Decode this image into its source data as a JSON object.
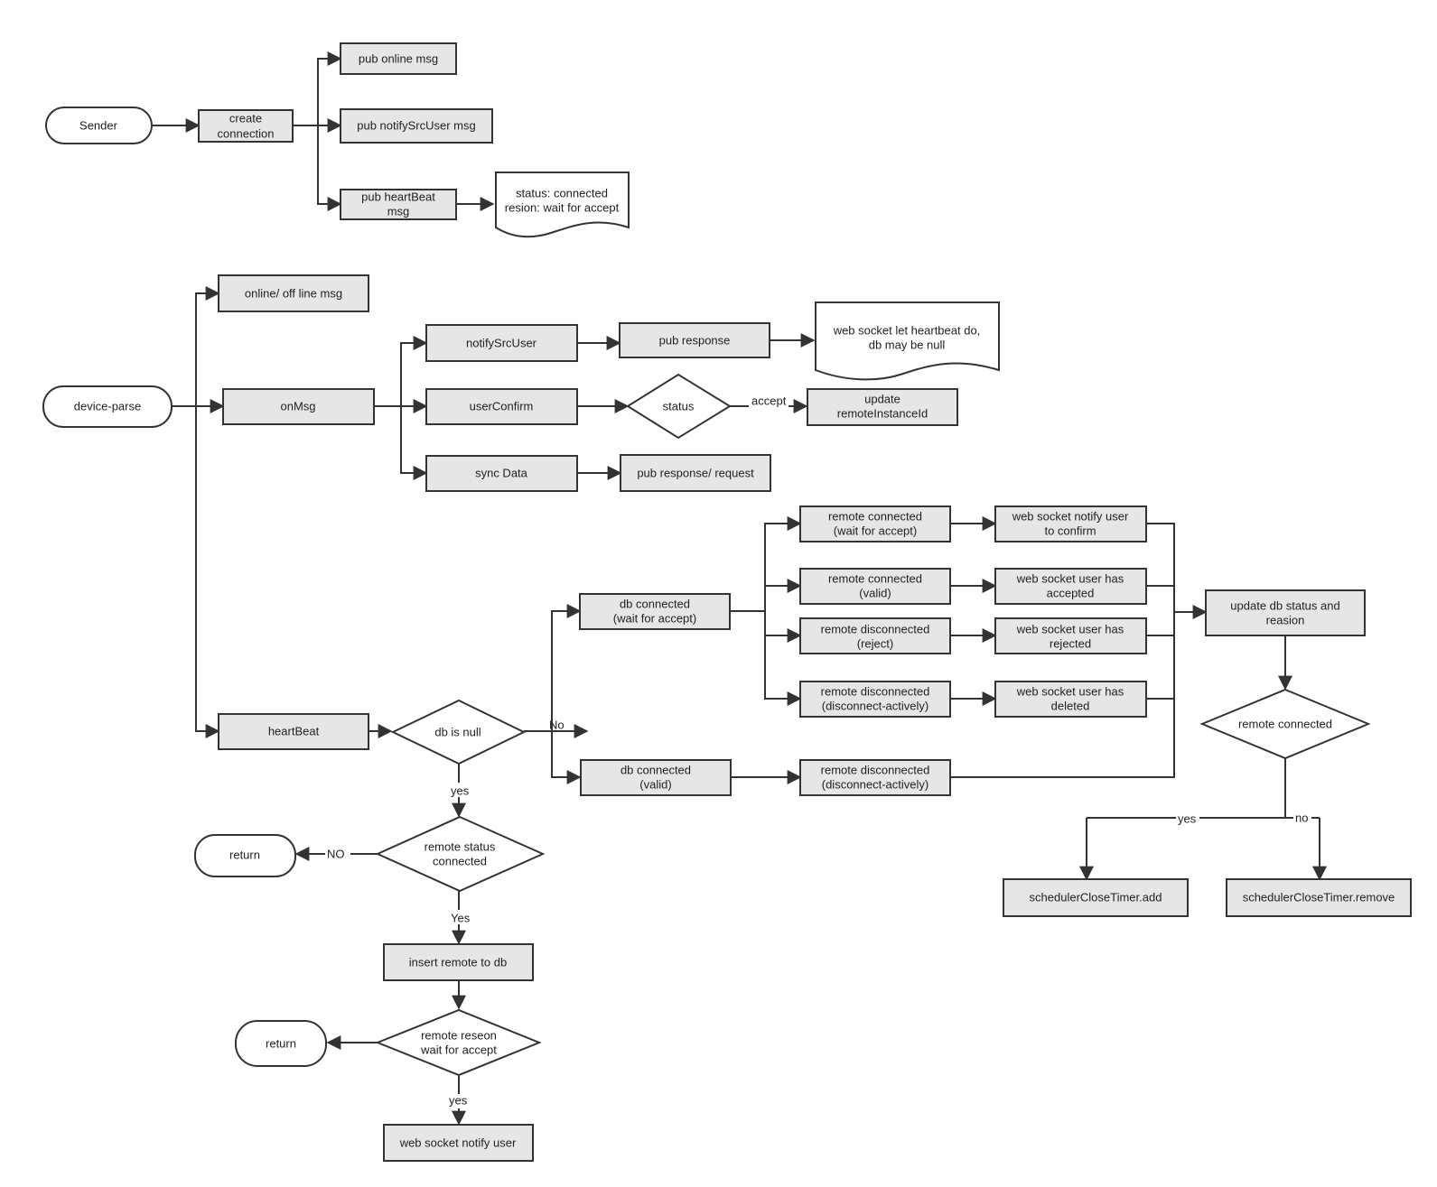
{
  "nodes": {
    "sender": "Sender",
    "create_connection": [
      "create",
      "connection"
    ],
    "pub_online": "pub online msg",
    "pub_notify": "pub notifySrcUser msg",
    "pub_heartbeat": [
      "pub heartBeat",
      "msg"
    ],
    "status_note": [
      "status: connected",
      "resion: wait for accept"
    ],
    "online_offline": "online/ off line msg",
    "device_parse": "device-parse",
    "on_msg": "onMsg",
    "notify_src_user": "notifySrcUser",
    "pub_response": "pub response",
    "ws_note": [
      "web socket let heartbeat do,",
      "db may be null"
    ],
    "user_confirm": "userConfirm",
    "status_diamond": "status",
    "update_remote_instance": [
      "update",
      "remoteInstanceId"
    ],
    "sync_data": "sync Data",
    "pub_response_request": "pub response/ request",
    "remote_connected_wait": [
      "remote connected",
      "(wait for accept)"
    ],
    "ws_notify_confirm": [
      "web socket notify user",
      "to confirm"
    ],
    "remote_connected_valid": [
      "remote connected",
      "(valid)"
    ],
    "ws_accepted": [
      "web socket  user has",
      "accepted"
    ],
    "db_connected_wait": [
      "db connected",
      "(wait for accept)"
    ],
    "update_db_status": [
      "update db status and",
      "reasion"
    ],
    "remote_disconnected_reject": [
      "remote disconnected",
      "(reject)"
    ],
    "ws_rejected": [
      "web socket user has",
      "rejected"
    ],
    "remote_disconnected_active": [
      "remote disconnected",
      "(disconnect-actively)"
    ],
    "ws_deleted": [
      "web socket user has",
      "deleted"
    ],
    "remote_connected_diamond": "remote connected",
    "heartbeat": "heartBeat",
    "db_is_null": "db is null",
    "db_connected_valid": [
      "db connected",
      "(valid)"
    ],
    "remote_disconnected_active_2": [
      "remote disconnected",
      "(disconnect-actively)"
    ],
    "return_1": "return",
    "remote_status_connected": [
      "remote status",
      "connected"
    ],
    "timer_add": "schedulerCloseTimer.add",
    "timer_remove": "schedulerCloseTimer.remove",
    "insert_remote": "insert  remote to db",
    "return_2": "return",
    "remote_reseon": [
      "remote reseon",
      "wait for accept"
    ],
    "ws_notify_user": "web socket notify user"
  },
  "edge_labels": {
    "accept": "accept",
    "no": "No",
    "yes_1": "yes",
    "no_upper": "NO",
    "yes_cap": "Yes",
    "yes_2": "yes",
    "yes_3": "yes",
    "no_lower": "no"
  },
  "colors": {
    "box_fill": "#e6e6e6",
    "stroke": "#333333",
    "background": "#ffffff"
  }
}
